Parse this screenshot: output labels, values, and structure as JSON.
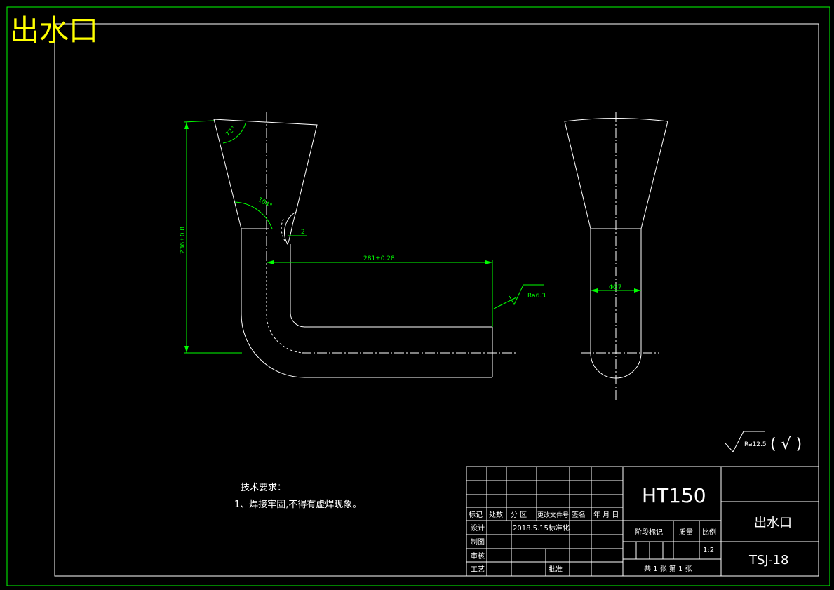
{
  "title": "出水口",
  "dimensions": {
    "height": "236±0.8",
    "length": "281±0.28",
    "angle_top": "72°",
    "angle_joint": "104°",
    "weld_gap": "2",
    "diameter": "Φ37",
    "roughness_local": "Ra6.3"
  },
  "surface_finish": {
    "value": "Ra12.5",
    "mark": "( √ )"
  },
  "tech_requirements": {
    "heading": "技术要求：",
    "item1": "1、焊接牢固,不得有虚焊现象。"
  },
  "title_block": {
    "material": "HT150",
    "part_name": "出水口",
    "drawing_no": "TSJ-18",
    "scale": "1:2",
    "sheets": "共 1 张  第 1 张",
    "col_mark": "标记",
    "col_count": "处数",
    "col_zone": "分  区",
    "col_change_doc": "更改文件号",
    "col_sign": "签名",
    "col_date": "年 月 日",
    "row_design": "设计",
    "design_value": "2018.5.15标准化",
    "row_draw": "制图",
    "row_review": "审核",
    "row_process": "工艺",
    "approve": "批准",
    "stage_mark": "阶段标记",
    "weight": "质量",
    "ratio": "比例"
  }
}
